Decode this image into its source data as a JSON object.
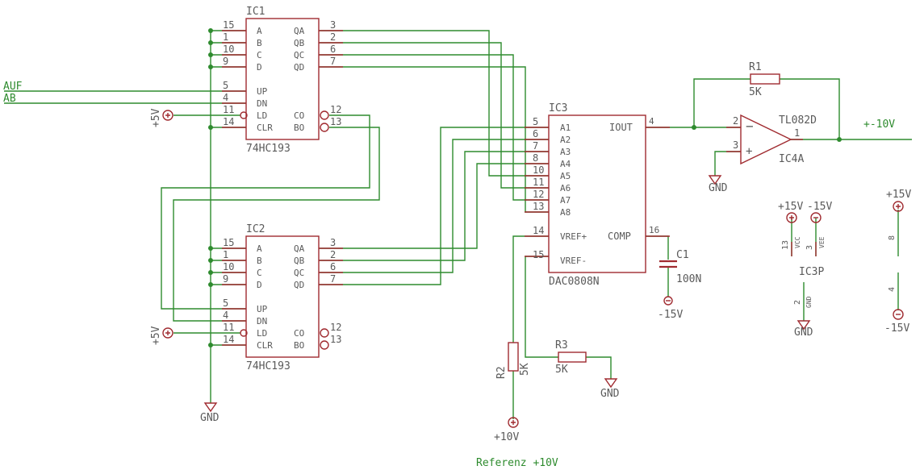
{
  "ic1": {
    "name": "IC1",
    "type": "74HC193",
    "pins_left": [
      {
        "num": "15",
        "label": "A"
      },
      {
        "num": "1",
        "label": "B"
      },
      {
        "num": "10",
        "label": "C"
      },
      {
        "num": "9",
        "label": "D"
      },
      {
        "num": "5",
        "label": "UP"
      },
      {
        "num": "4",
        "label": "DN"
      },
      {
        "num": "11",
        "label": "LD"
      },
      {
        "num": "14",
        "label": "CLR"
      }
    ],
    "pins_right": [
      {
        "num": "3",
        "label": "QA"
      },
      {
        "num": "2",
        "label": "QB"
      },
      {
        "num": "6",
        "label": "QC"
      },
      {
        "num": "7",
        "label": "QD"
      },
      {
        "num": "12",
        "label": "CO"
      },
      {
        "num": "13",
        "label": "BO"
      }
    ]
  },
  "ic2": {
    "name": "IC2",
    "type": "74HC193",
    "pins_left": [
      {
        "num": "15",
        "label": "A"
      },
      {
        "num": "1",
        "label": "B"
      },
      {
        "num": "10",
        "label": "C"
      },
      {
        "num": "9",
        "label": "D"
      },
      {
        "num": "5",
        "label": "UP"
      },
      {
        "num": "4",
        "label": "DN"
      },
      {
        "num": "11",
        "label": "LD"
      },
      {
        "num": "14",
        "label": "CLR"
      }
    ],
    "pins_right": [
      {
        "num": "3",
        "label": "QA"
      },
      {
        "num": "2",
        "label": "QB"
      },
      {
        "num": "6",
        "label": "QC"
      },
      {
        "num": "7",
        "label": "QD"
      },
      {
        "num": "12",
        "label": "CO"
      },
      {
        "num": "13",
        "label": "BO"
      }
    ]
  },
  "ic3": {
    "name": "IC3",
    "type": "DAC0808N",
    "pins_left": [
      {
        "num": "5",
        "label": "A1"
      },
      {
        "num": "6",
        "label": "A2"
      },
      {
        "num": "7",
        "label": "A3"
      },
      {
        "num": "8",
        "label": "A4"
      },
      {
        "num": "10",
        "label": "A5"
      },
      {
        "num": "11",
        "label": "A6"
      },
      {
        "num": "12",
        "label": "A7"
      },
      {
        "num": "13",
        "label": "A8"
      },
      {
        "num": "14",
        "label": "VREF+"
      },
      {
        "num": "15",
        "label": "VREF-"
      }
    ],
    "pin_iout": {
      "num": "4",
      "label": "IOUT"
    },
    "pin_comp": {
      "num": "16",
      "label": "COMP"
    }
  },
  "ic4": {
    "name": "IC4A",
    "type": "TL082D",
    "in_minus": "2",
    "in_plus": "3",
    "out": "1"
  },
  "ic3p": {
    "name": "IC3P",
    "vcc_num": "13",
    "vcc_label": "VCC",
    "vee_num": "3",
    "vee_label": "VEE",
    "gnd_num": "2",
    "gnd_label": "GND",
    "vcc_supply": "+15V",
    "vee_supply": "-15V",
    "gnd": "GND"
  },
  "ic4p": {
    "top_supply": "+15V",
    "top_num": "8",
    "bottom_num": "4",
    "bottom_supply": "-15V"
  },
  "r1": {
    "name": "R1",
    "value": "5K"
  },
  "r2": {
    "name": "R2",
    "value": "5K"
  },
  "r3": {
    "name": "R3",
    "value": "5K"
  },
  "c1": {
    "name": "C1",
    "value": "100N",
    "supply": "-15V"
  },
  "nets": {
    "auf": "AUF",
    "ab": "AB",
    "plus5v": "+5V",
    "gnd": "GND",
    "output": "+-10V",
    "ref_supply": "+10V",
    "ref_caption": "Referenz +10V"
  },
  "colors": {
    "wire": "#2e8b2e",
    "part": "#a02b30",
    "text": "#5a5a5a",
    "background": "#ffffff"
  }
}
